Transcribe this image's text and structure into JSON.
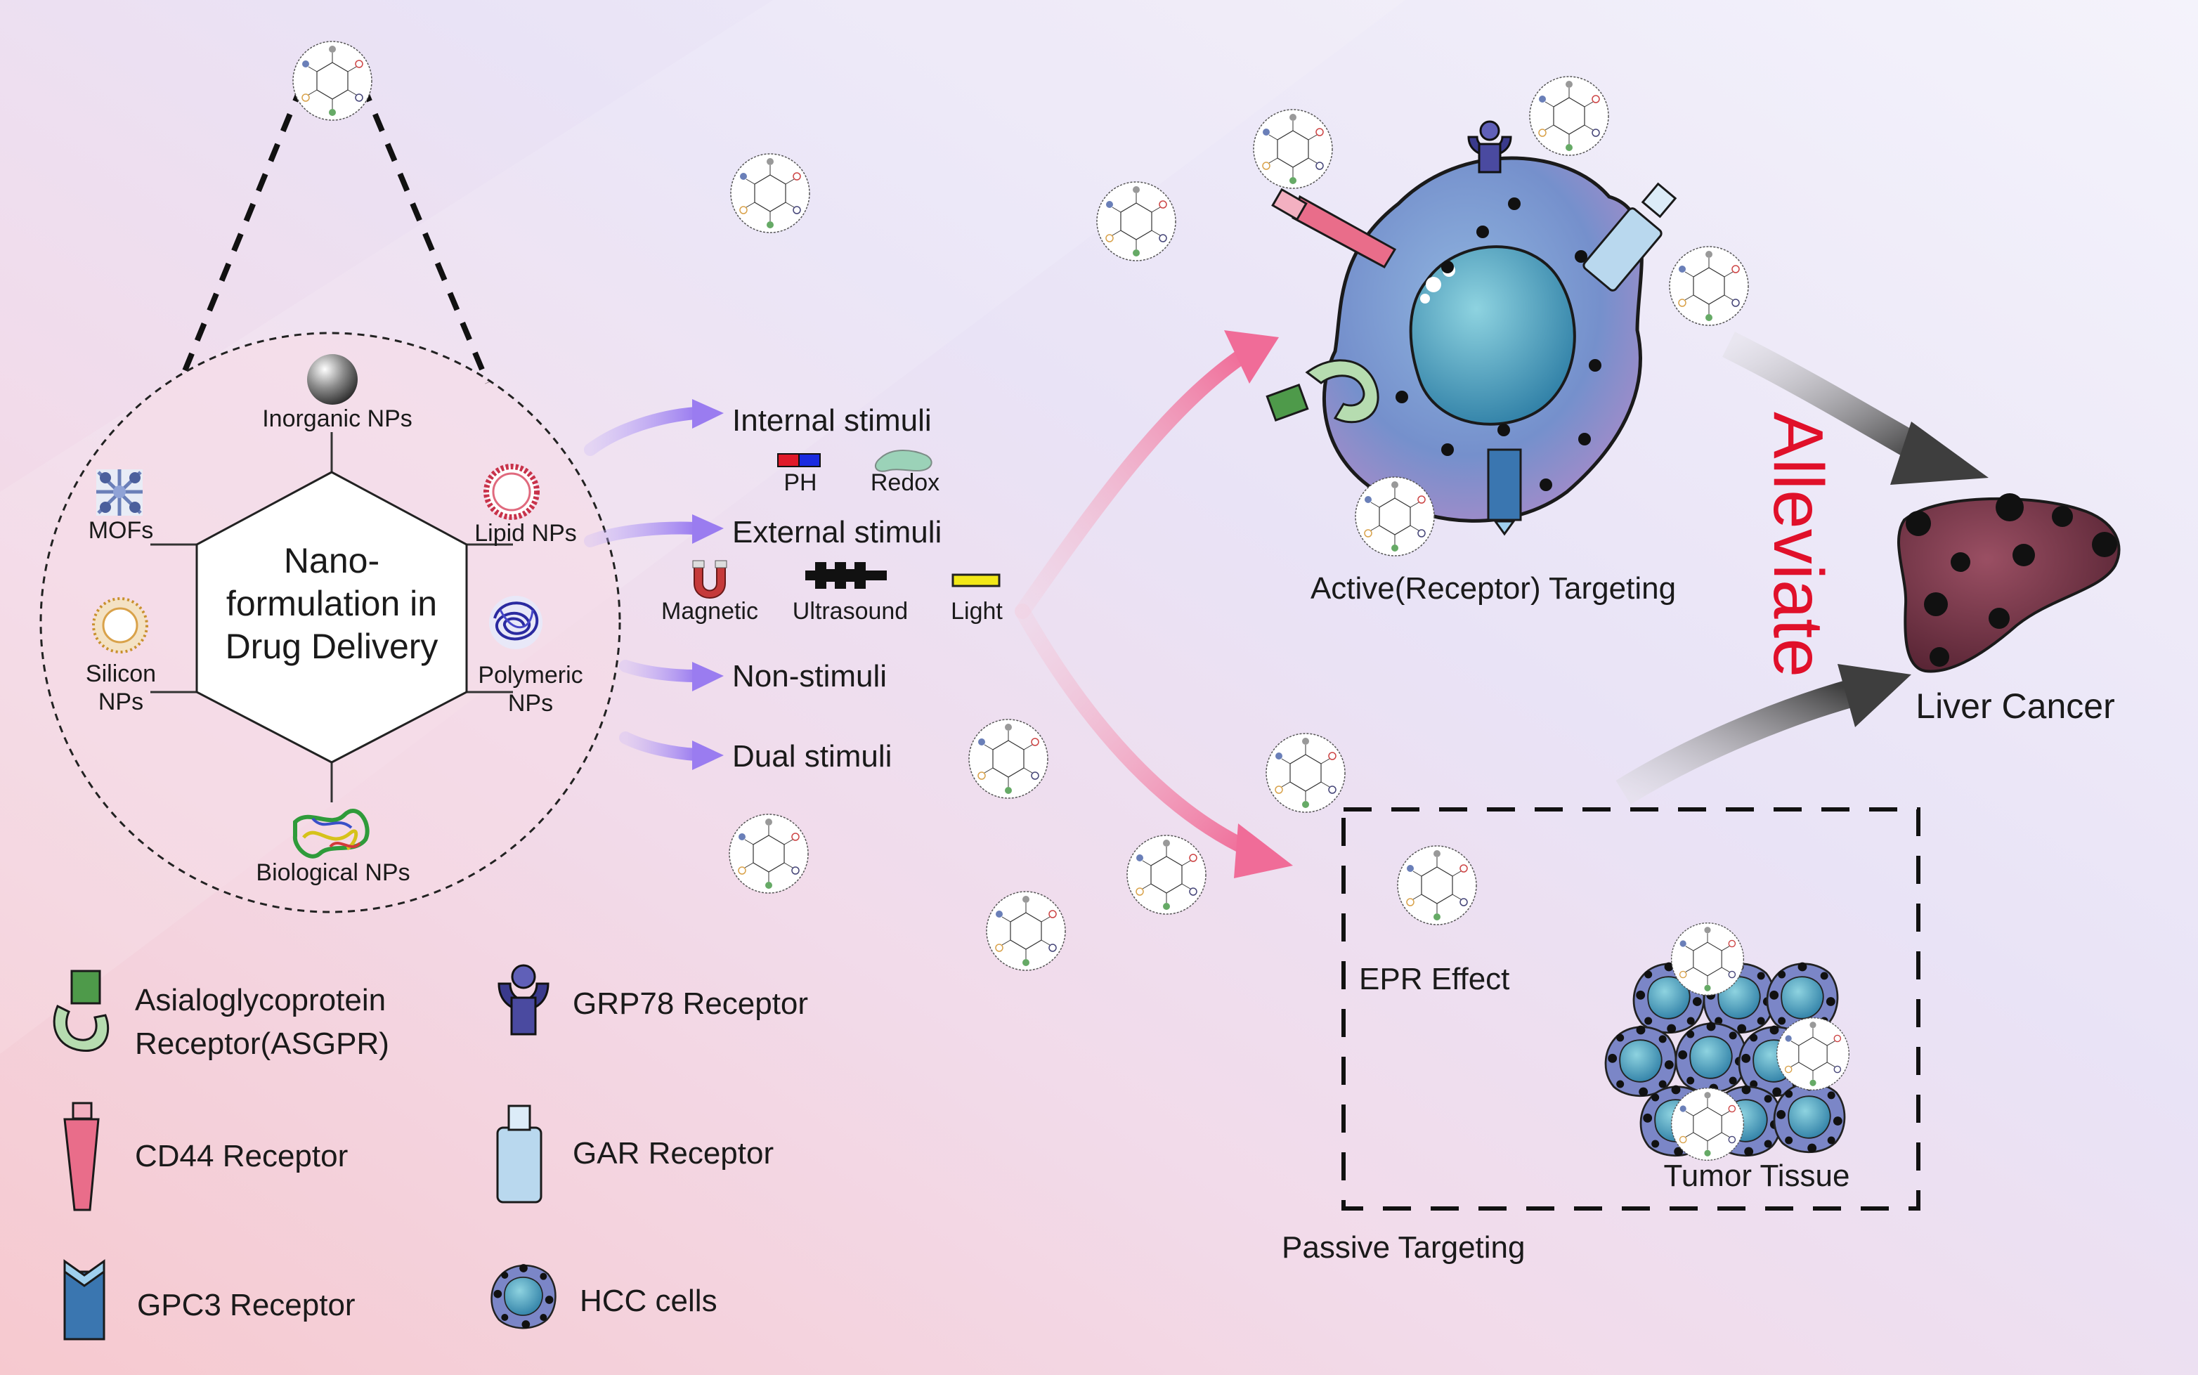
{
  "hub": {
    "center_title": [
      "Nano-",
      "formulation in",
      "Drug Delivery"
    ],
    "nodes": {
      "inorganic": "Inorganic NPs",
      "lipid": "Lipid NPs",
      "polymeric": [
        "Polymeric",
        "NPs"
      ],
      "biological": "Biological NPs",
      "silicon": [
        "Silicon",
        "NPs"
      ],
      "mofs": "MOFs"
    }
  },
  "badge": {
    "title": [
      "Nano-",
      "formulation in",
      "Drug Delivery"
    ]
  },
  "stimuli": {
    "internal": "Internal stimuli",
    "ph": "PH",
    "redox": "Redox",
    "external": "External stimuli",
    "magnetic": "Magnetic",
    "ultrasound": "Ultrasound",
    "light": "Light",
    "non": "Non-stimuli",
    "dual": "Dual stimuli"
  },
  "targeting": {
    "active": "Active(Receptor) Targeting",
    "epr": "EPR Effect",
    "tumor": "Tumor Tissue",
    "passive": "Passive Targeting"
  },
  "outcome": {
    "alleviate": "Alleviate",
    "liver": "Liver Cancer"
  },
  "legend": {
    "asgpr": [
      "Asialoglycoprotein",
      "Receptor(ASGPR)"
    ],
    "grp78": "GRP78 Receptor",
    "cd44": "CD44 Receptor",
    "gar": "GAR Receptor",
    "gpc3": "GPC3 Receptor",
    "hcc": "HCC cells"
  },
  "colors": {
    "alleviate": "#e0102a",
    "stimuli_arrow": "#9a7cf0",
    "targeting_arrow": "#f07aa0",
    "dark_arrow": "#555555"
  }
}
